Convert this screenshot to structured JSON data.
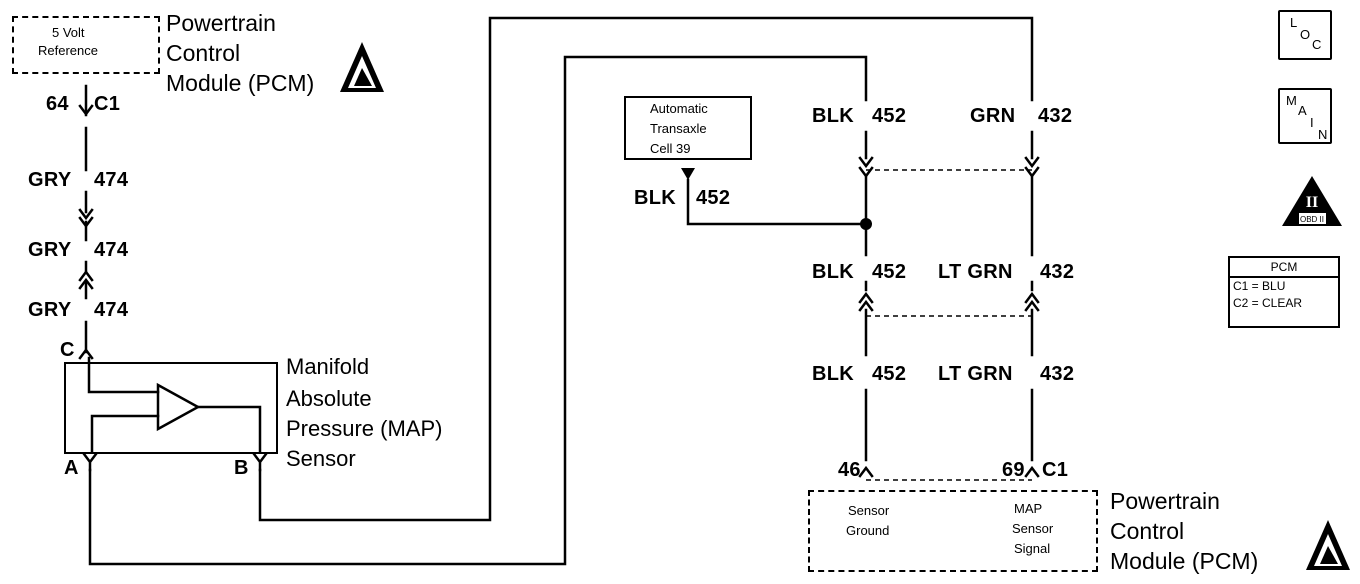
{
  "pcm_top": {
    "ref_label_line1": "5 Volt",
    "ref_label_line2": "Reference",
    "title_line1": "Powertrain",
    "title_line2": "Control",
    "title_line3": "Module (PCM)",
    "pin": "64",
    "connector": "C1"
  },
  "left_wires": [
    {
      "color": "GRY",
      "circuit": "474"
    },
    {
      "color": "GRY",
      "circuit": "474"
    },
    {
      "color": "GRY",
      "circuit": "474"
    }
  ],
  "map_sensor": {
    "title_line1": "Manifold",
    "title_line2": "Absolute",
    "title_line3": "Pressure (MAP)",
    "title_line4": "Sensor",
    "terminal_c": "C",
    "terminal_a": "A",
    "terminal_b": "B"
  },
  "transaxle": {
    "line1": "Automatic",
    "line2": "Transaxle",
    "line3": "Cell 39",
    "wire_color": "BLK",
    "wire_circuit": "452"
  },
  "right_wires": {
    "blk_top": {
      "color": "BLK",
      "circuit": "452"
    },
    "grn_top": {
      "color": "GRN",
      "circuit": "432"
    },
    "blk_mid": {
      "color": "BLK",
      "circuit": "452"
    },
    "ltgrn_mid": {
      "color": "LT GRN",
      "circuit": "432"
    },
    "blk_low": {
      "color": "BLK",
      "circuit": "452"
    },
    "ltgrn_low": {
      "color": "LT GRN",
      "circuit": "432"
    }
  },
  "pcm_bottom": {
    "pin_ground": "46",
    "pin_signal": "69",
    "connector": "C1",
    "ground_line1": "Sensor",
    "ground_line2": "Ground",
    "signal_line1": "MAP",
    "signal_line2": "Sensor",
    "signal_line3": "Signal",
    "title_line1": "Powertrain",
    "title_line2": "Control",
    "title_line3": "Module (PCM)"
  },
  "side_icons": {
    "loc_l": "L",
    "loc_o": "O",
    "loc_c": "C",
    "main_m": "M",
    "main_a": "A",
    "main_i": "I",
    "main_n": "N",
    "obd_mark": "II",
    "obd_text": "OBD II"
  },
  "pcm_legend": {
    "header": "PCM",
    "row1": "C1 = BLU",
    "row2": "C2 = CLEAR"
  }
}
